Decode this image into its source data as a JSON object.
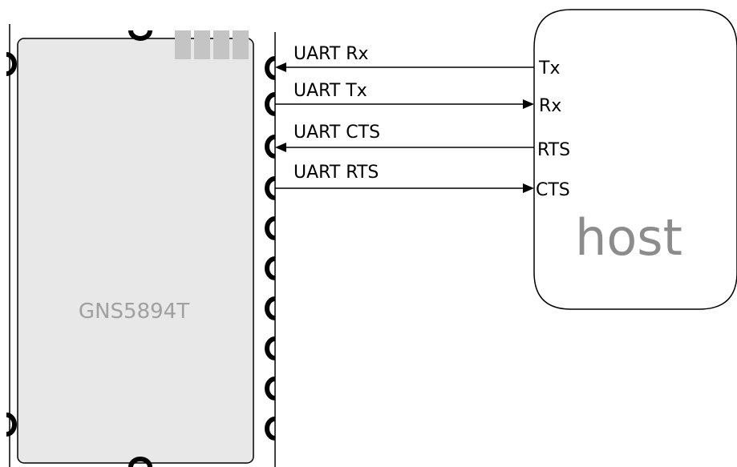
{
  "module": {
    "name": "GNS5894T",
    "name_color": "#a0a0a0",
    "body_color": "#e8e8e8",
    "pad_block_color": "#c4c4c4"
  },
  "host": {
    "name": "host",
    "name_color": "#8c8c8c",
    "pins": {
      "tx": "Tx",
      "rx": "Rx",
      "rts": "RTS",
      "cts": "CTS"
    }
  },
  "signals": {
    "uart_rx": "UART Rx",
    "uart_tx": "UART Tx",
    "uart_cts": "UART CTS",
    "uart_rts": "UART RTS"
  }
}
